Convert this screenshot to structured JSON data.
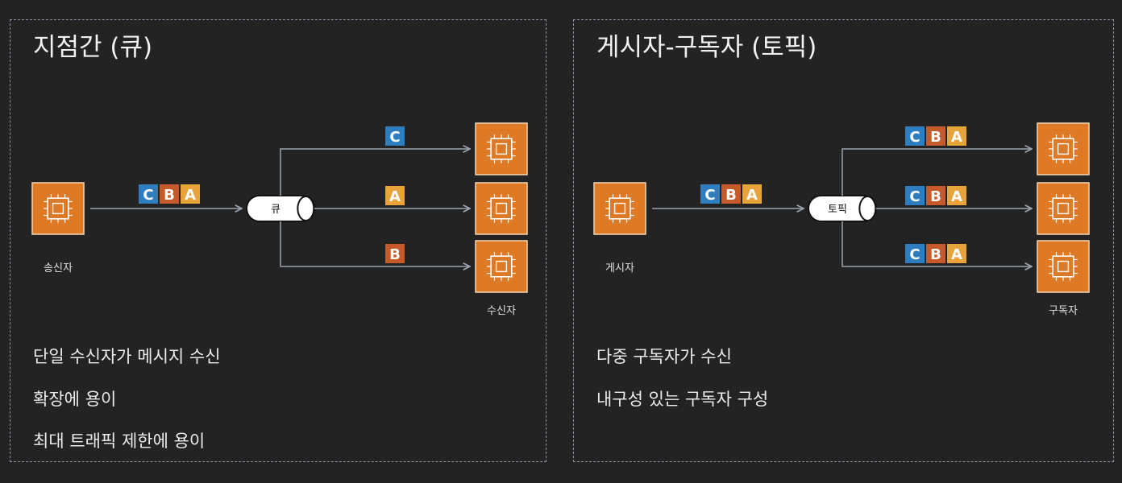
{
  "left": {
    "title": "지점간 (큐)",
    "sender_label": "송신자",
    "channel_label": "큐",
    "receivers_label": "수신자",
    "inbound_messages": [
      "C",
      "B",
      "A"
    ],
    "outbound_messages": [
      [
        "C"
      ],
      [
        "A"
      ],
      [
        "B"
      ]
    ],
    "bullets": [
      "단일 수신자가 메시지 수신",
      "확장에 용이",
      "최대 트래픽 제한에 용이"
    ]
  },
  "right": {
    "title": "게시자-구독자 (토픽)",
    "sender_label": "게시자",
    "channel_label": "토픽",
    "receivers_label": "구독자",
    "inbound_messages": [
      "C",
      "B",
      "A"
    ],
    "outbound_messages": [
      [
        "C",
        "B",
        "A"
      ],
      [
        "C",
        "B",
        "A"
      ],
      [
        "C",
        "B",
        "A"
      ]
    ],
    "bullets": [
      "다중 구독자가 수신",
      "내구성 있는 구독자 구성"
    ]
  },
  "colors": {
    "C": "#2e7dbf",
    "B": "#c75a29",
    "A": "#e8a33a",
    "node": "#de7a26",
    "line": "#9aa3ad"
  },
  "icons": {
    "node": "chip-icon"
  }
}
